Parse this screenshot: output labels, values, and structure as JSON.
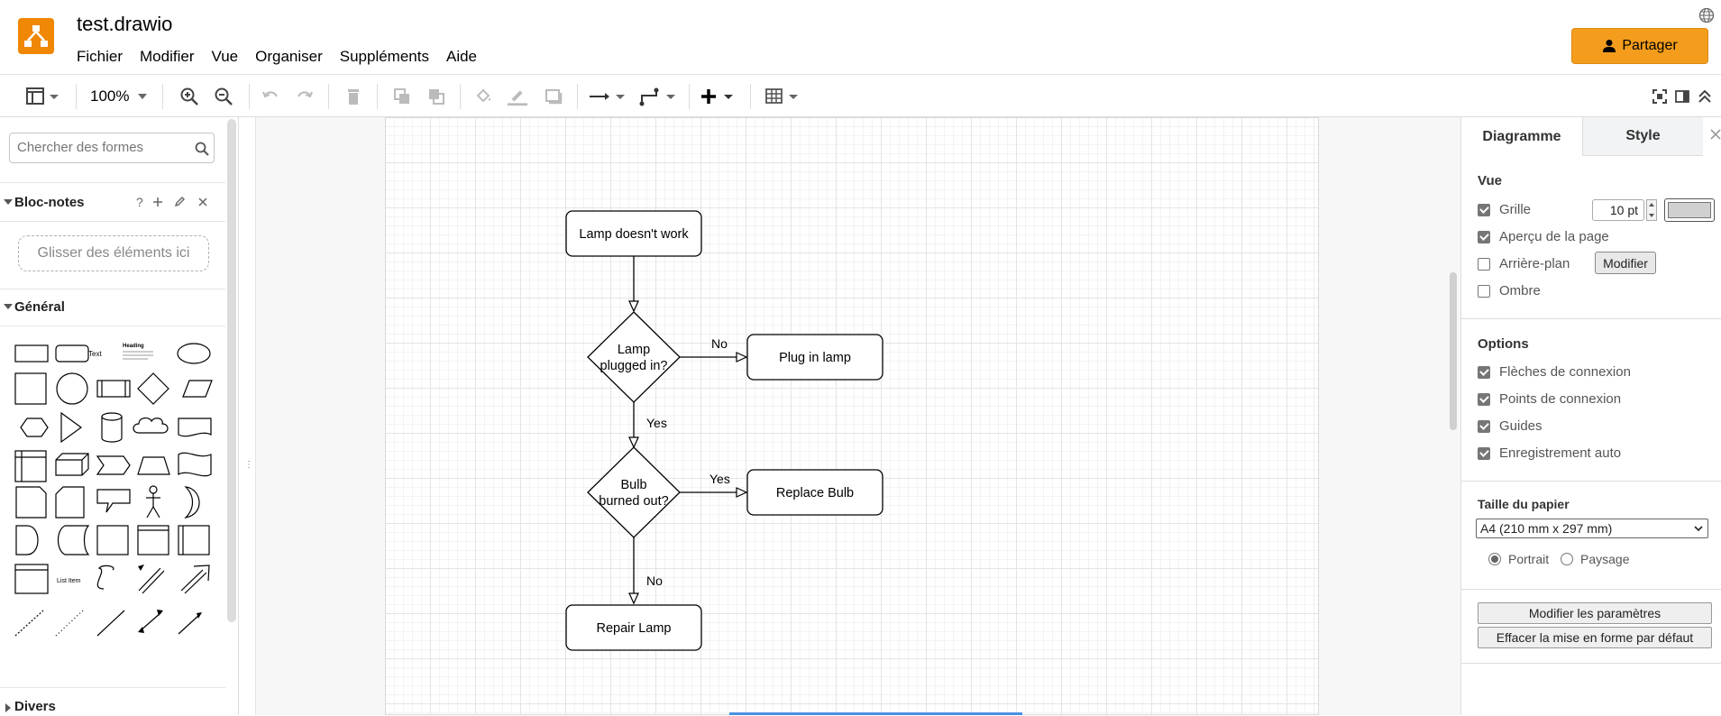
{
  "app": {
    "filename": "test.drawio",
    "menus": [
      "Fichier",
      "Modifier",
      "Vue",
      "Organiser",
      "Suppléments",
      "Aide"
    ],
    "share_label": "Partager",
    "brand_color": "#f08705"
  },
  "toolbar": {
    "zoom": "100%",
    "icons": [
      "view-format-icon",
      "zoom-in-icon",
      "zoom-out-icon",
      "undo-icon",
      "redo-icon",
      "delete-icon",
      "to-front-icon",
      "to-back-icon",
      "fill-color-icon",
      "line-color-icon",
      "shadow-icon",
      "connection-icon",
      "waypoints-icon",
      "insert-icon",
      "table-icon",
      "fullscreen-icon",
      "format-panel-icon",
      "collapse-icon"
    ]
  },
  "left_panel": {
    "search_placeholder": "Chercher des formes",
    "scratchpad": {
      "title": "Bloc-notes",
      "help": "?",
      "drop_text": "Glisser des éléments ici"
    },
    "general_title": "Général",
    "shape_text_label": "Text",
    "shape_heading_label": "Heading",
    "shape_list_label": "List Item",
    "misc_title": "Divers"
  },
  "diagram": {
    "nodes": [
      {
        "id": "n1",
        "shape": "rounded-rect",
        "label": [
          "Lamp doesn't work"
        ]
      },
      {
        "id": "n2",
        "shape": "diamond",
        "label": [
          "Lamp",
          "plugged in?"
        ]
      },
      {
        "id": "n3",
        "shape": "rounded-rect",
        "label": [
          "Plug in lamp"
        ]
      },
      {
        "id": "n4",
        "shape": "diamond",
        "label": [
          "Bulb",
          "burned out?"
        ]
      },
      {
        "id": "n5",
        "shape": "rounded-rect",
        "label": [
          "Replace Bulb"
        ]
      },
      {
        "id": "n6",
        "shape": "rounded-rect",
        "label": [
          "Repair Lamp"
        ]
      }
    ],
    "edges": [
      {
        "from": "n1",
        "to": "n2",
        "label": ""
      },
      {
        "from": "n2",
        "to": "n3",
        "label": "No"
      },
      {
        "from": "n2",
        "to": "n4",
        "label": "Yes"
      },
      {
        "from": "n4",
        "to": "n5",
        "label": "Yes"
      },
      {
        "from": "n4",
        "to": "n6",
        "label": "No"
      }
    ]
  },
  "right_panel": {
    "tabs": [
      "Diagramme",
      "Style"
    ],
    "view": {
      "title": "Vue",
      "grid_label": "Grille",
      "grid_checked": true,
      "grid_size": "10 pt",
      "grid_color": "#d0d0d0",
      "page_view_label": "Aperçu de la page",
      "page_view_checked": true,
      "background_label": "Arrière-plan",
      "background_checked": false,
      "background_button": "Modifier",
      "shadow_label": "Ombre",
      "shadow_checked": false
    },
    "options": {
      "title": "Options",
      "items": [
        {
          "label": "Flèches de connexion",
          "checked": true
        },
        {
          "label": "Points de connexion",
          "checked": true
        },
        {
          "label": "Guides",
          "checked": true
        },
        {
          "label": "Enregistrement auto",
          "checked": true
        }
      ]
    },
    "paper": {
      "title": "Taille du papier",
      "selected": "A4 (210 mm x 297 mm)",
      "portrait_label": "Portrait",
      "landscape_label": "Paysage",
      "orientation": "portrait"
    },
    "buttons": {
      "edit_data": "Modifier les paramètres",
      "clear_default": "Effacer la mise en forme par défaut"
    }
  }
}
